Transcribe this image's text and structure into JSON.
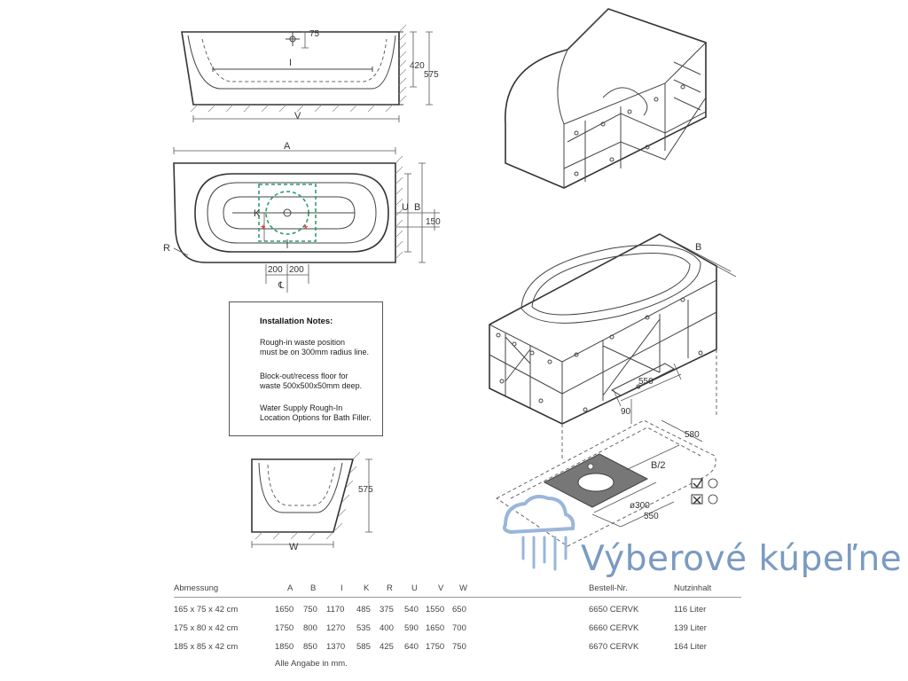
{
  "drawing": {
    "top_view_dims": {
      "v75": "75",
      "v420": "420",
      "v575": "575",
      "I": "I",
      "V": "V"
    },
    "plan_view_dims": {
      "A": "A",
      "K": "K",
      "U": "U",
      "B": "B",
      "R": "R",
      "d150": "150",
      "d200a": "200",
      "d200b": "200",
      "cl": "℄"
    },
    "side_view_dims": {
      "d575": "575",
      "W": "W"
    },
    "iso_dims": {
      "B": "B",
      "d550": "550",
      "d90": "90",
      "d580": "580",
      "B2": "B/2",
      "d300": "ø300",
      "d550b": "550"
    }
  },
  "installation_notes": {
    "title": "Installation Notes:",
    "note1": "Rough-in waste position",
    "note1b": "must be on 300mm radius line.",
    "note2": "Block-out/recess floor for",
    "note2b": "waste 500x500x50mm deep.",
    "note3": "Water Supply Rough-In",
    "note3b": "Location Options for Bath Filler."
  },
  "dimensions_table": {
    "headers": [
      "Abmessung",
      "A",
      "B",
      "I",
      "K",
      "R",
      "U",
      "V",
      "W",
      "Bestell-Nr.",
      "Nutzinhalt"
    ],
    "rows": [
      [
        "165 x 75 x 42 cm",
        "1650",
        "750",
        "1170",
        "485",
        "375",
        "540",
        "1550",
        "650",
        "6650 CERVK",
        "116 Liter"
      ],
      [
        "175 x 80 x 42 cm",
        "1750",
        "800",
        "1270",
        "535",
        "400",
        "590",
        "1650",
        "700",
        "6660 CERVK",
        "139 Liter"
      ],
      [
        "185 x 85 x 42 cm",
        "1850",
        "850",
        "1370",
        "585",
        "425",
        "640",
        "1750",
        "750",
        "6670 CERVK",
        "164 Liter"
      ]
    ],
    "footnote": "Alle Angabe in mm."
  },
  "watermark": {
    "text": "Výberové kúpeľne"
  },
  "colors": {
    "accent_green": "#2e9e6e",
    "red_mark": "#d2262b",
    "watermark_blue": "#7a9ac2"
  }
}
